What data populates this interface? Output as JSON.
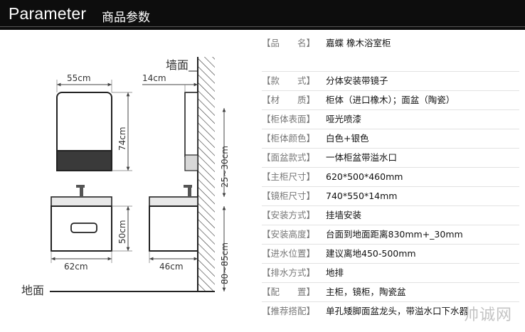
{
  "header": {
    "title_en": "Parameter",
    "title_cn": "商品参数"
  },
  "diagram": {
    "wall_label": "墙面",
    "floor_label": "地面",
    "dims": {
      "mirror_width": "55cm",
      "mirror_height": "74cm",
      "mirror_depth": "14cm",
      "mirror_gap": "25~30cm",
      "cabinet_width": "62cm",
      "cabinet_height": "50cm",
      "cabinet_depth": "46cm",
      "mount_height": "80~85cm"
    }
  },
  "specs": [
    {
      "label": "【品　　名】",
      "value": "嘉蝶 橡木浴室柜"
    },
    {
      "label": "【款　　式】",
      "value": "分体安装带镜子"
    },
    {
      "label": "【材　　质】",
      "value": "柜体（进口橡木）；面盆（陶瓷）"
    },
    {
      "label": "【柜体表面】",
      "value": "哑光喷漆"
    },
    {
      "label": "【柜体颜色】",
      "value": "白色+银色"
    },
    {
      "label": "【面盆款式】",
      "value": "一体柜盆带溢水口"
    },
    {
      "label": "【主柜尺寸】",
      "value": "620*500*460mm"
    },
    {
      "label": "【镜柜尺寸】",
      "value": "740*550*14mm"
    },
    {
      "label": "【安装方式】",
      "value": "挂墙安装"
    },
    {
      "label": "【安装高度】",
      "value": "台面到地面距离830mm+_30mm"
    },
    {
      "label": "【进水位置】",
      "value": "建议离地450-500mm"
    },
    {
      "label": "【排水方式】",
      "value": "地排"
    },
    {
      "label": "【配　　置】",
      "value": "主柜，镜柜，陶瓷盆"
    },
    {
      "label": "【推荐搭配】",
      "value": "单孔矮脚面盆龙头，带溢水口下水器"
    }
  ],
  "watermark": "帅诚网"
}
